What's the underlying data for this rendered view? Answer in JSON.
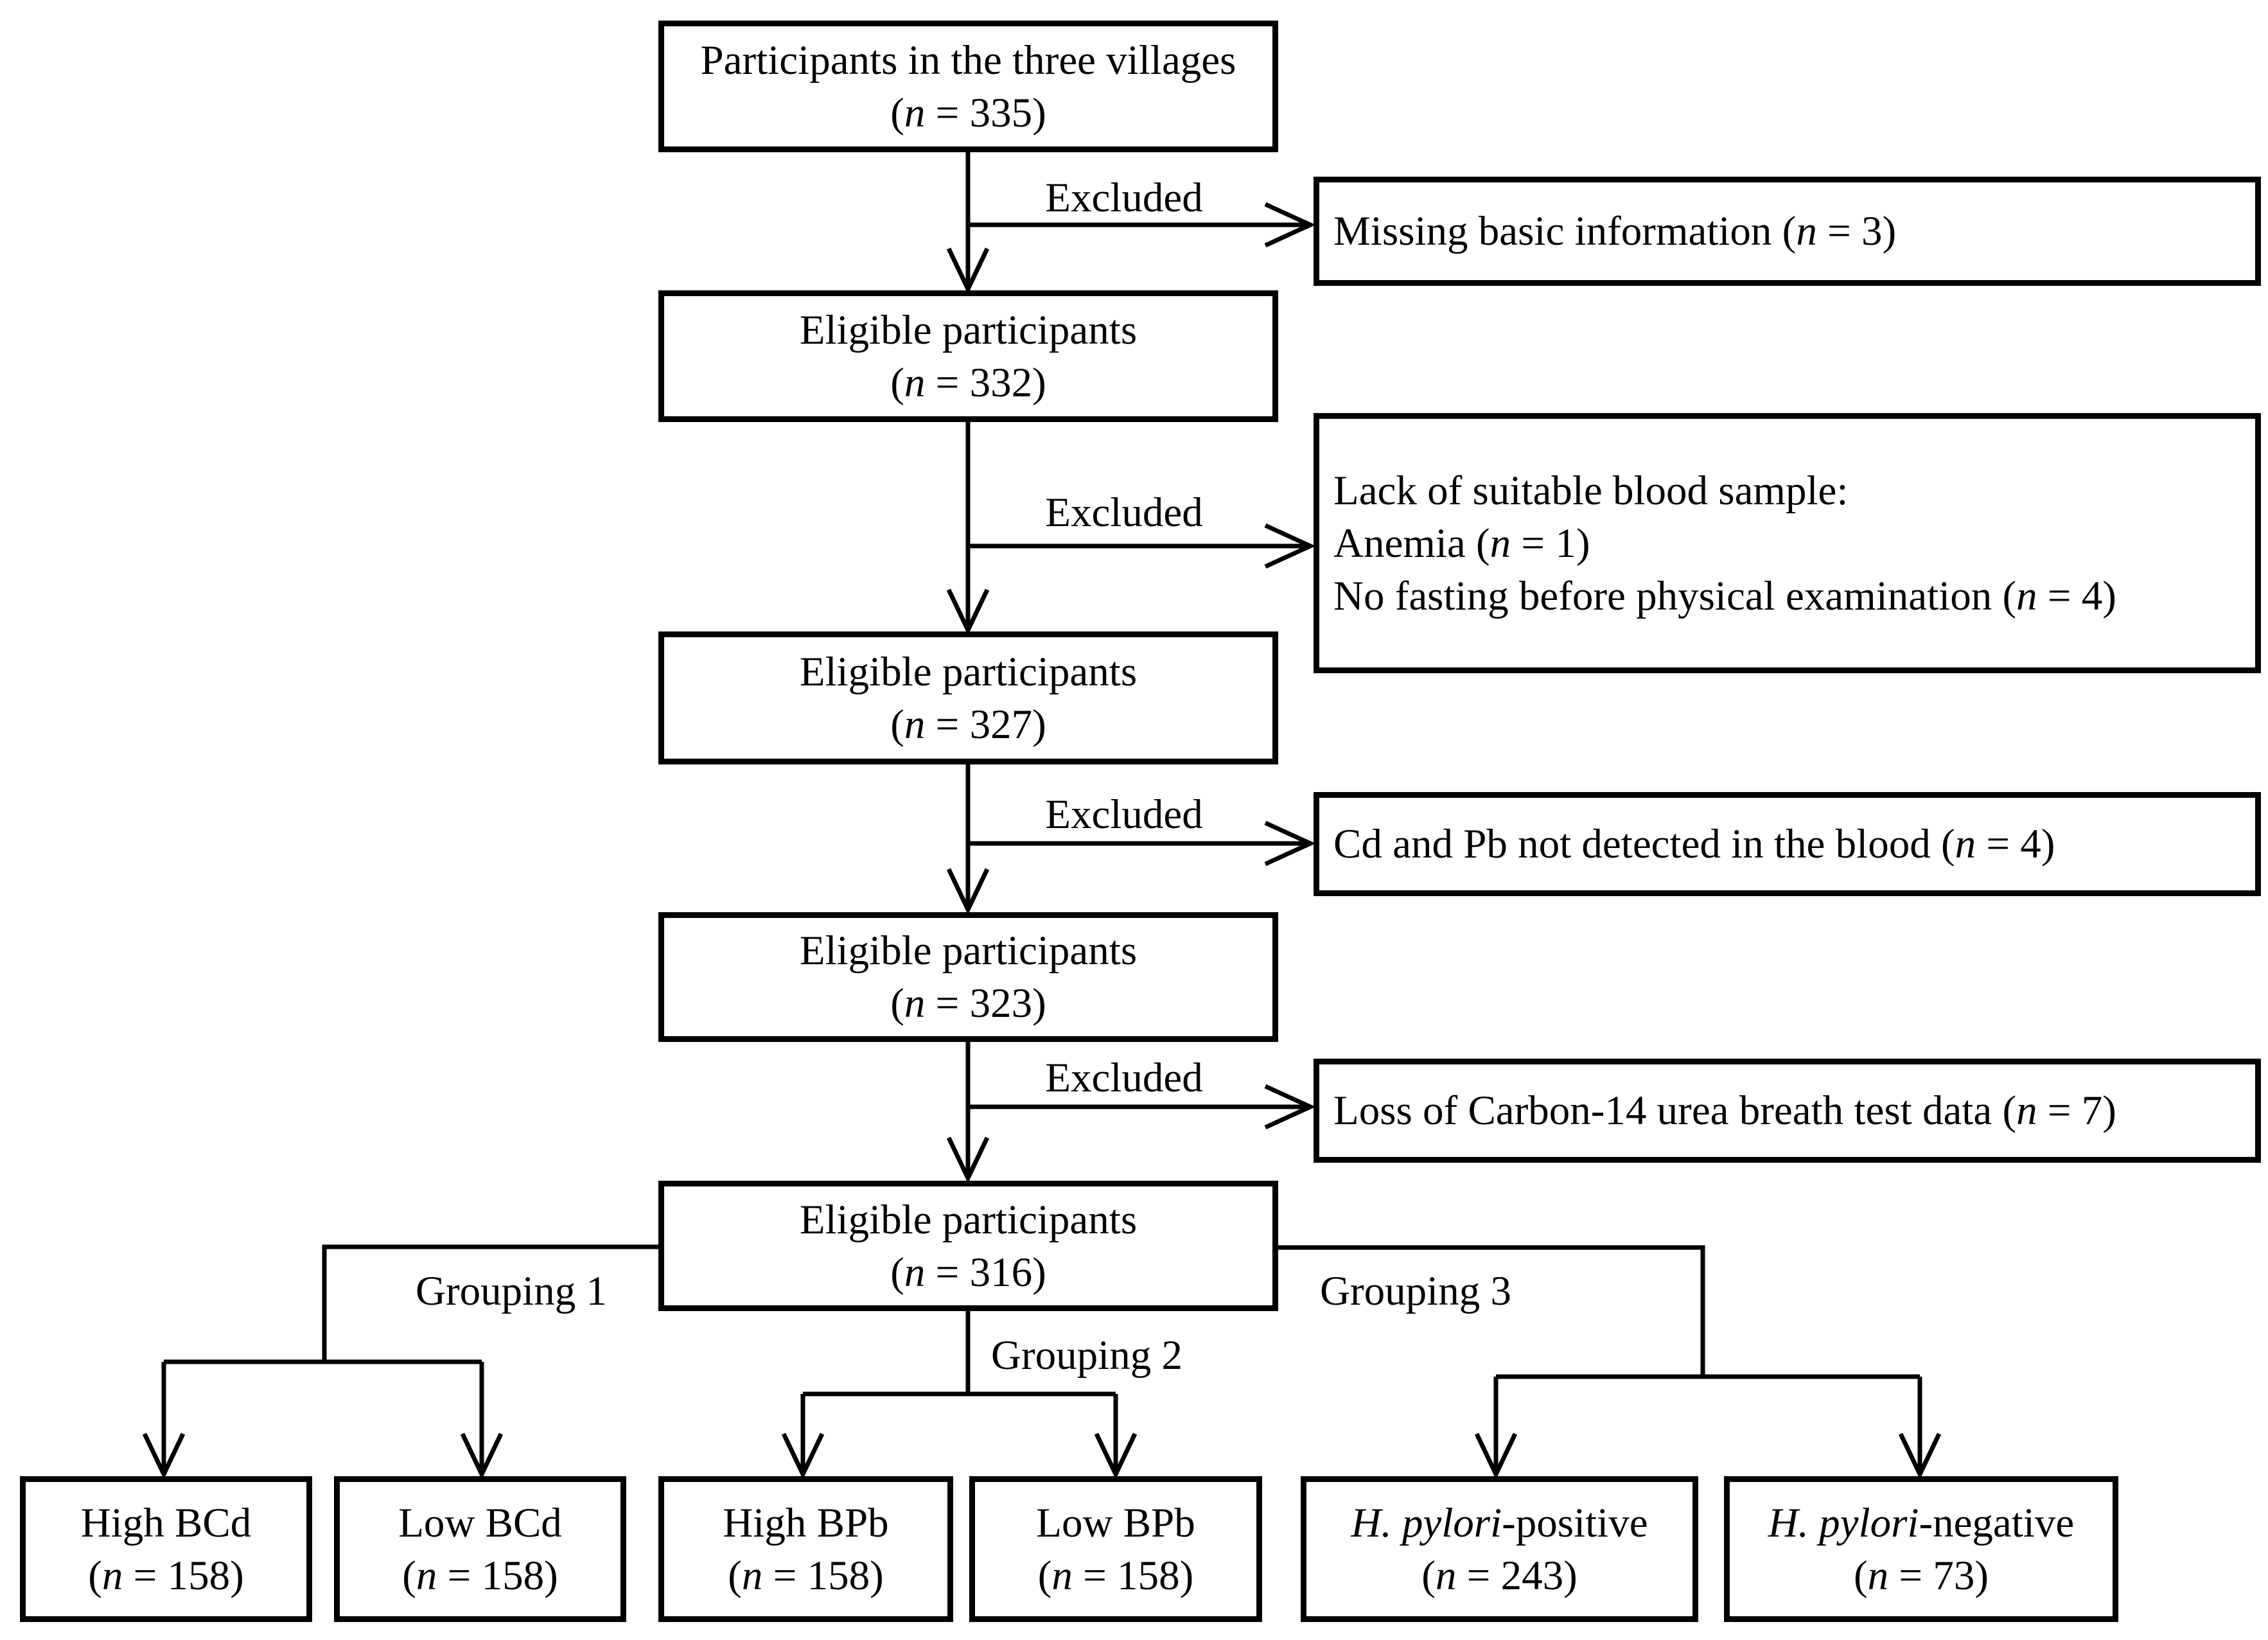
{
  "figure": {
    "type": "participant-flow-diagram",
    "colors": {
      "background": "#ffffff",
      "line": "#000000",
      "text": "#000000"
    },
    "boxes": {
      "participants": {
        "lines": [
          [
            {
              "t": "Participants in the three villages"
            }
          ],
          [
            {
              "t": "("
            },
            {
              "t": "n",
              "i": 1
            },
            {
              "t": " = 335)"
            }
          ]
        ]
      },
      "eligible_332": {
        "lines": [
          [
            {
              "t": "Eligible participants"
            }
          ],
          [
            {
              "t": "("
            },
            {
              "t": "n",
              "i": 1
            },
            {
              "t": " = 332)"
            }
          ]
        ]
      },
      "eligible_327": {
        "lines": [
          [
            {
              "t": "Eligible participants"
            }
          ],
          [
            {
              "t": "("
            },
            {
              "t": "n",
              "i": 1
            },
            {
              "t": " = 327)"
            }
          ]
        ]
      },
      "eligible_323": {
        "lines": [
          [
            {
              "t": "Eligible participants"
            }
          ],
          [
            {
              "t": "("
            },
            {
              "t": "n",
              "i": 1
            },
            {
              "t": " = 323)"
            }
          ]
        ]
      },
      "eligible_316": {
        "lines": [
          [
            {
              "t": "Eligible participants"
            }
          ],
          [
            {
              "t": "("
            },
            {
              "t": "n",
              "i": 1
            },
            {
              "t": " = 316)"
            }
          ]
        ]
      },
      "missing_info": {
        "lines": [
          [
            {
              "t": "Missing basic information ("
            },
            {
              "t": "n",
              "i": 1
            },
            {
              "t": " = 3)"
            }
          ]
        ]
      },
      "blood_sample": {
        "lines": [
          [
            {
              "t": "Lack of suitable blood sample:"
            }
          ],
          [
            {
              "t": "Anemia ("
            },
            {
              "t": "n",
              "i": 1
            },
            {
              "t": " = 1)"
            }
          ],
          [
            {
              "t": "No fasting before physical examination ("
            },
            {
              "t": "n",
              "i": 1
            },
            {
              "t": " = 4)"
            }
          ]
        ]
      },
      "cd_pb": {
        "lines": [
          [
            {
              "t": "Cd and Pb not detected in the blood ("
            },
            {
              "t": "n",
              "i": 1
            },
            {
              "t": " = 4)"
            }
          ]
        ]
      },
      "carbon14": {
        "lines": [
          [
            {
              "t": "Loss of Carbon-14 urea breath test data ("
            },
            {
              "t": "n",
              "i": 1
            },
            {
              "t": " = 7)"
            }
          ]
        ]
      },
      "high_bcd": {
        "lines": [
          [
            {
              "t": "High BCd"
            }
          ],
          [
            {
              "t": "("
            },
            {
              "t": "n",
              "i": 1
            },
            {
              "t": " = 158)"
            }
          ]
        ]
      },
      "low_bcd": {
        "lines": [
          [
            {
              "t": "Low BCd"
            }
          ],
          [
            {
              "t": "("
            },
            {
              "t": "n",
              "i": 1
            },
            {
              "t": " = 158)"
            }
          ]
        ]
      },
      "high_bpb": {
        "lines": [
          [
            {
              "t": "High BPb"
            }
          ],
          [
            {
              "t": "("
            },
            {
              "t": "n",
              "i": 1
            },
            {
              "t": " = 158)"
            }
          ]
        ]
      },
      "low_bpb": {
        "lines": [
          [
            {
              "t": "Low BPb"
            }
          ],
          [
            {
              "t": "("
            },
            {
              "t": "n",
              "i": 1
            },
            {
              "t": " = 158)"
            }
          ]
        ]
      },
      "hp_positive": {
        "lines": [
          [
            {
              "t": "H. pylori",
              "i": 1
            },
            {
              "t": "-positive"
            }
          ],
          [
            {
              "t": "("
            },
            {
              "t": "n",
              "i": 1
            },
            {
              "t": " = 243)"
            }
          ]
        ]
      },
      "hp_negative": {
        "lines": [
          [
            {
              "t": "H. pylori",
              "i": 1
            },
            {
              "t": "-negative"
            }
          ],
          [
            {
              "t": "("
            },
            {
              "t": "n",
              "i": 1
            },
            {
              "t": " = 73)"
            }
          ]
        ]
      }
    },
    "labels": {
      "excluded_1": "Excluded",
      "excluded_2": "Excluded",
      "excluded_3": "Excluded",
      "excluded_4": "Excluded",
      "grouping_1": "Grouping 1",
      "grouping_2": "Grouping 2",
      "grouping_3": "Grouping 3"
    }
  }
}
